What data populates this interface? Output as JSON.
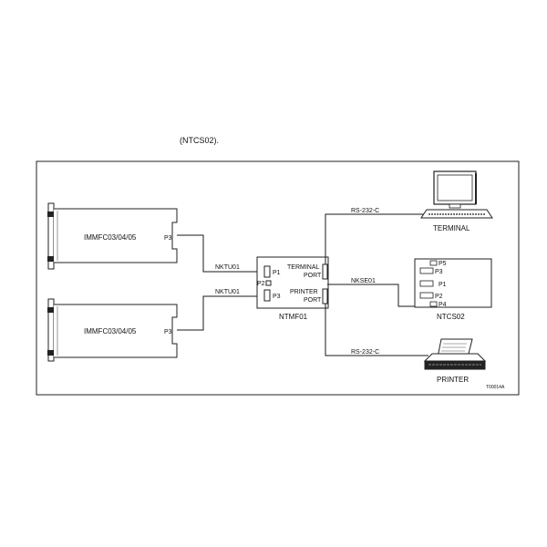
{
  "diagram": {
    "figure_id": "T00014A",
    "cut_off_text": "(NTCS02).",
    "modules": [
      {
        "name": "IMMFC03/04/05",
        "port": "P3"
      },
      {
        "name": "IMMFC03/04/05",
        "port": "P3"
      }
    ],
    "cables": {
      "module1_to_ntmf01": "NKTU01",
      "module2_to_ntmf01": "NKTU01",
      "ntmf01_to_ntcs02": "NKSE01",
      "to_terminal": "RS-232-C",
      "to_printer": "RS-232-C"
    },
    "ntmf01": {
      "name": "NTMF01",
      "ports": {
        "p1": "P1",
        "p2": "P2",
        "p3": "P3"
      },
      "terminal_port": [
        "TERMINAL",
        "PORT"
      ],
      "printer_port": [
        "PRINTER",
        "PORT"
      ]
    },
    "ntcs02": {
      "name": "NTCS02",
      "ports": {
        "p5": "P5",
        "p3": "P3",
        "p1": "P1",
        "p2": "P2",
        "p4": "P4"
      }
    },
    "terminal": {
      "label": "TERMINAL"
    },
    "printer": {
      "label": "PRINTER"
    },
    "colors": {
      "line": "#1a1a1a",
      "box": "#222222",
      "background": "#ffffff"
    }
  }
}
